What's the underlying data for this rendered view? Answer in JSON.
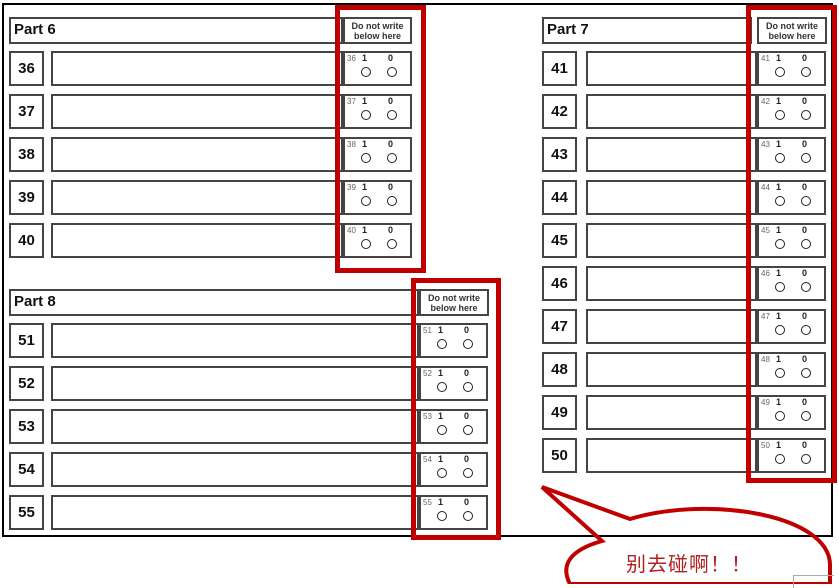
{
  "sheet": {
    "do_not_write_line1": "Do not write",
    "do_not_write_line2": "below here",
    "score_label_1": "1",
    "score_label_0": "0"
  },
  "parts": [
    {
      "title": "Part 6",
      "questions": [
        "36",
        "37",
        "38",
        "39",
        "40"
      ]
    },
    {
      "title": "Part 7",
      "questions": [
        "41",
        "42",
        "43",
        "44",
        "45",
        "46",
        "47",
        "48",
        "49",
        "50"
      ]
    },
    {
      "title": "Part 8",
      "questions": [
        "51",
        "52",
        "53",
        "54",
        "55"
      ]
    }
  ],
  "annotation": {
    "bubble_text": "别去碰啊！！",
    "highlight_color": "#c00000"
  }
}
